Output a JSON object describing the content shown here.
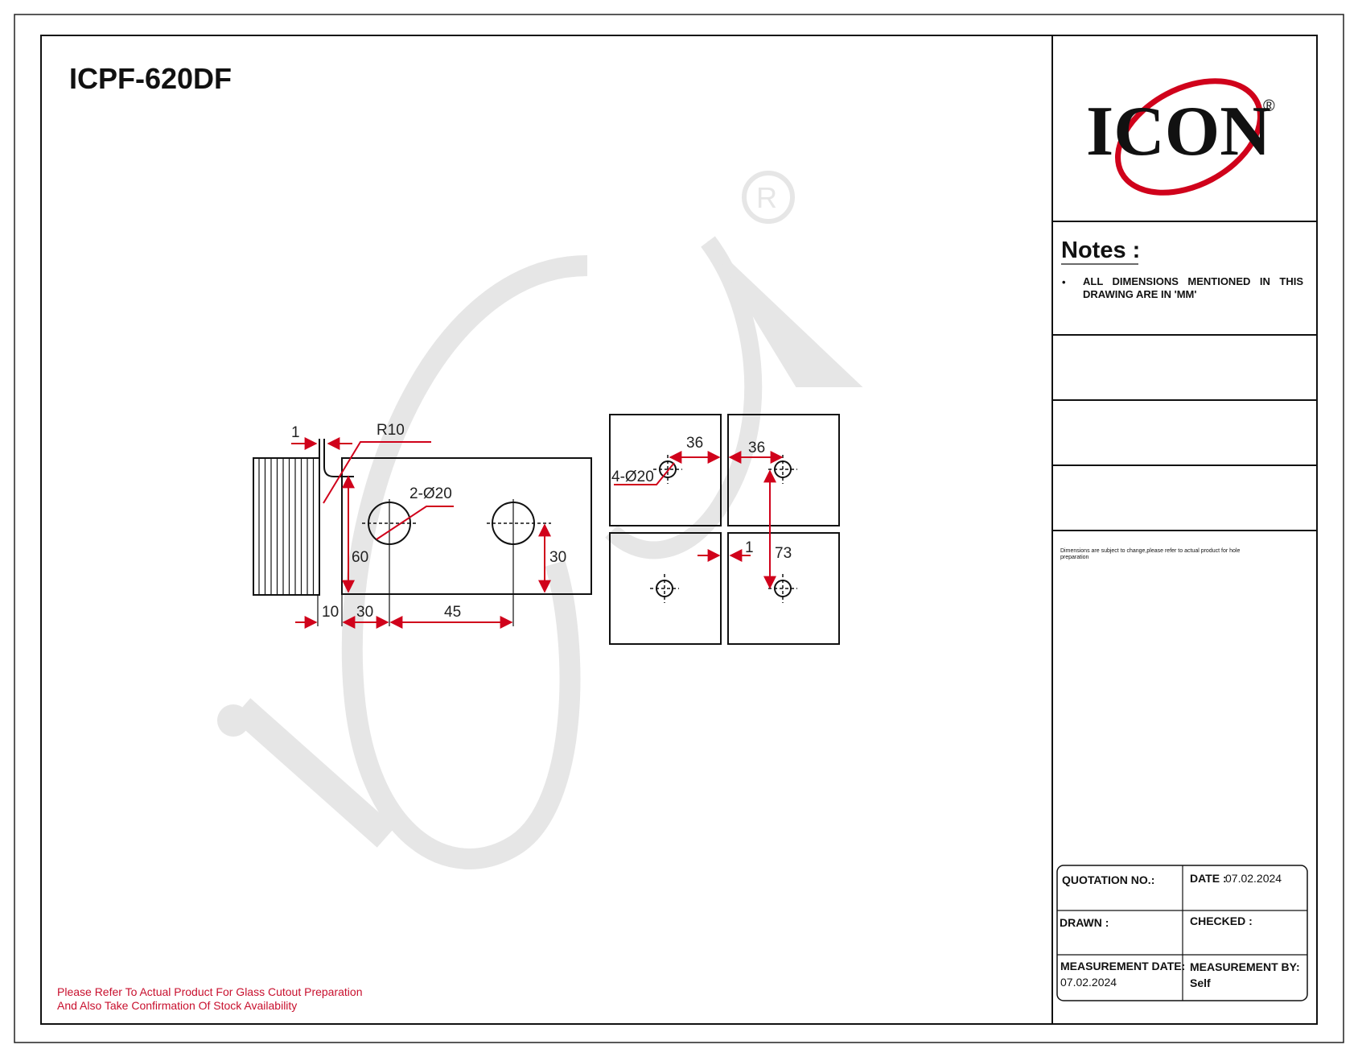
{
  "drawing": {
    "title": "ICPF-620DF",
    "brand": "ICON",
    "registered_mark": "®"
  },
  "dimensions": {
    "side_view": {
      "gap": "1",
      "radius": "R10",
      "holes": "2-Ø20",
      "height": "60",
      "hole_offset": "30",
      "left_width": "10",
      "first_hole": "30",
      "hole_spacing": "45"
    },
    "plan_view": {
      "holes": "4-Ø20",
      "left_spacing": "36",
      "right_spacing": "36",
      "gap": "1",
      "vertical_spacing": "73"
    }
  },
  "notes": {
    "heading": "Notes :",
    "bullet": "•",
    "items": [
      "ALL DIMENSIONS MENTIONED IN THIS DRAWING ARE IN 'MM'"
    ],
    "disclaimer_line1": "Dimensions are subject to change,please refer to actual product for hole",
    "disclaimer_line2": "preparation"
  },
  "title_block": {
    "quotation_label": "QUOTATION NO.:",
    "quotation_value": "",
    "date_label": "DATE :",
    "date_value": "07.02.2024",
    "drawn_label": "DRAWN :",
    "checked_label": "CHECKED :",
    "measurement_date_label": "MEASUREMENT DATE:",
    "measurement_date_value": "07.02.2024",
    "measurement_by_label": "MEASUREMENT BY:",
    "measurement_by_value": "Self"
  },
  "footer": {
    "line1": "Please Refer To Actual Product For Glass Cutout Preparation",
    "line2": "And Also Take Confirmation Of Stock Availability"
  },
  "colors": {
    "accent_red": "#d0021b",
    "footer_red": "#c8102e",
    "watermark": "#e6e6e6"
  }
}
